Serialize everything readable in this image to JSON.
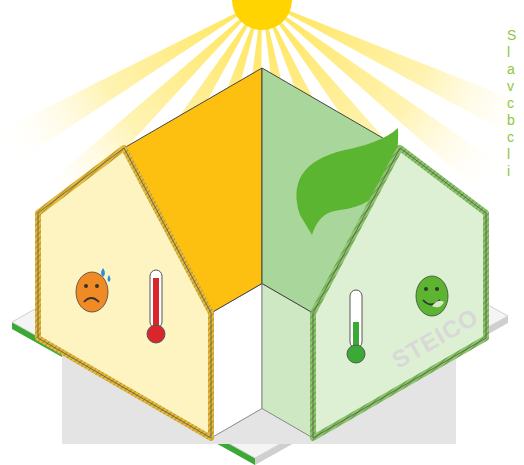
{
  "diagram": {
    "labels": [
      "STEICO",
      "S",
      "l",
      "a",
      "v",
      "c",
      "b",
      "c",
      "l",
      "i"
    ]
  }
}
